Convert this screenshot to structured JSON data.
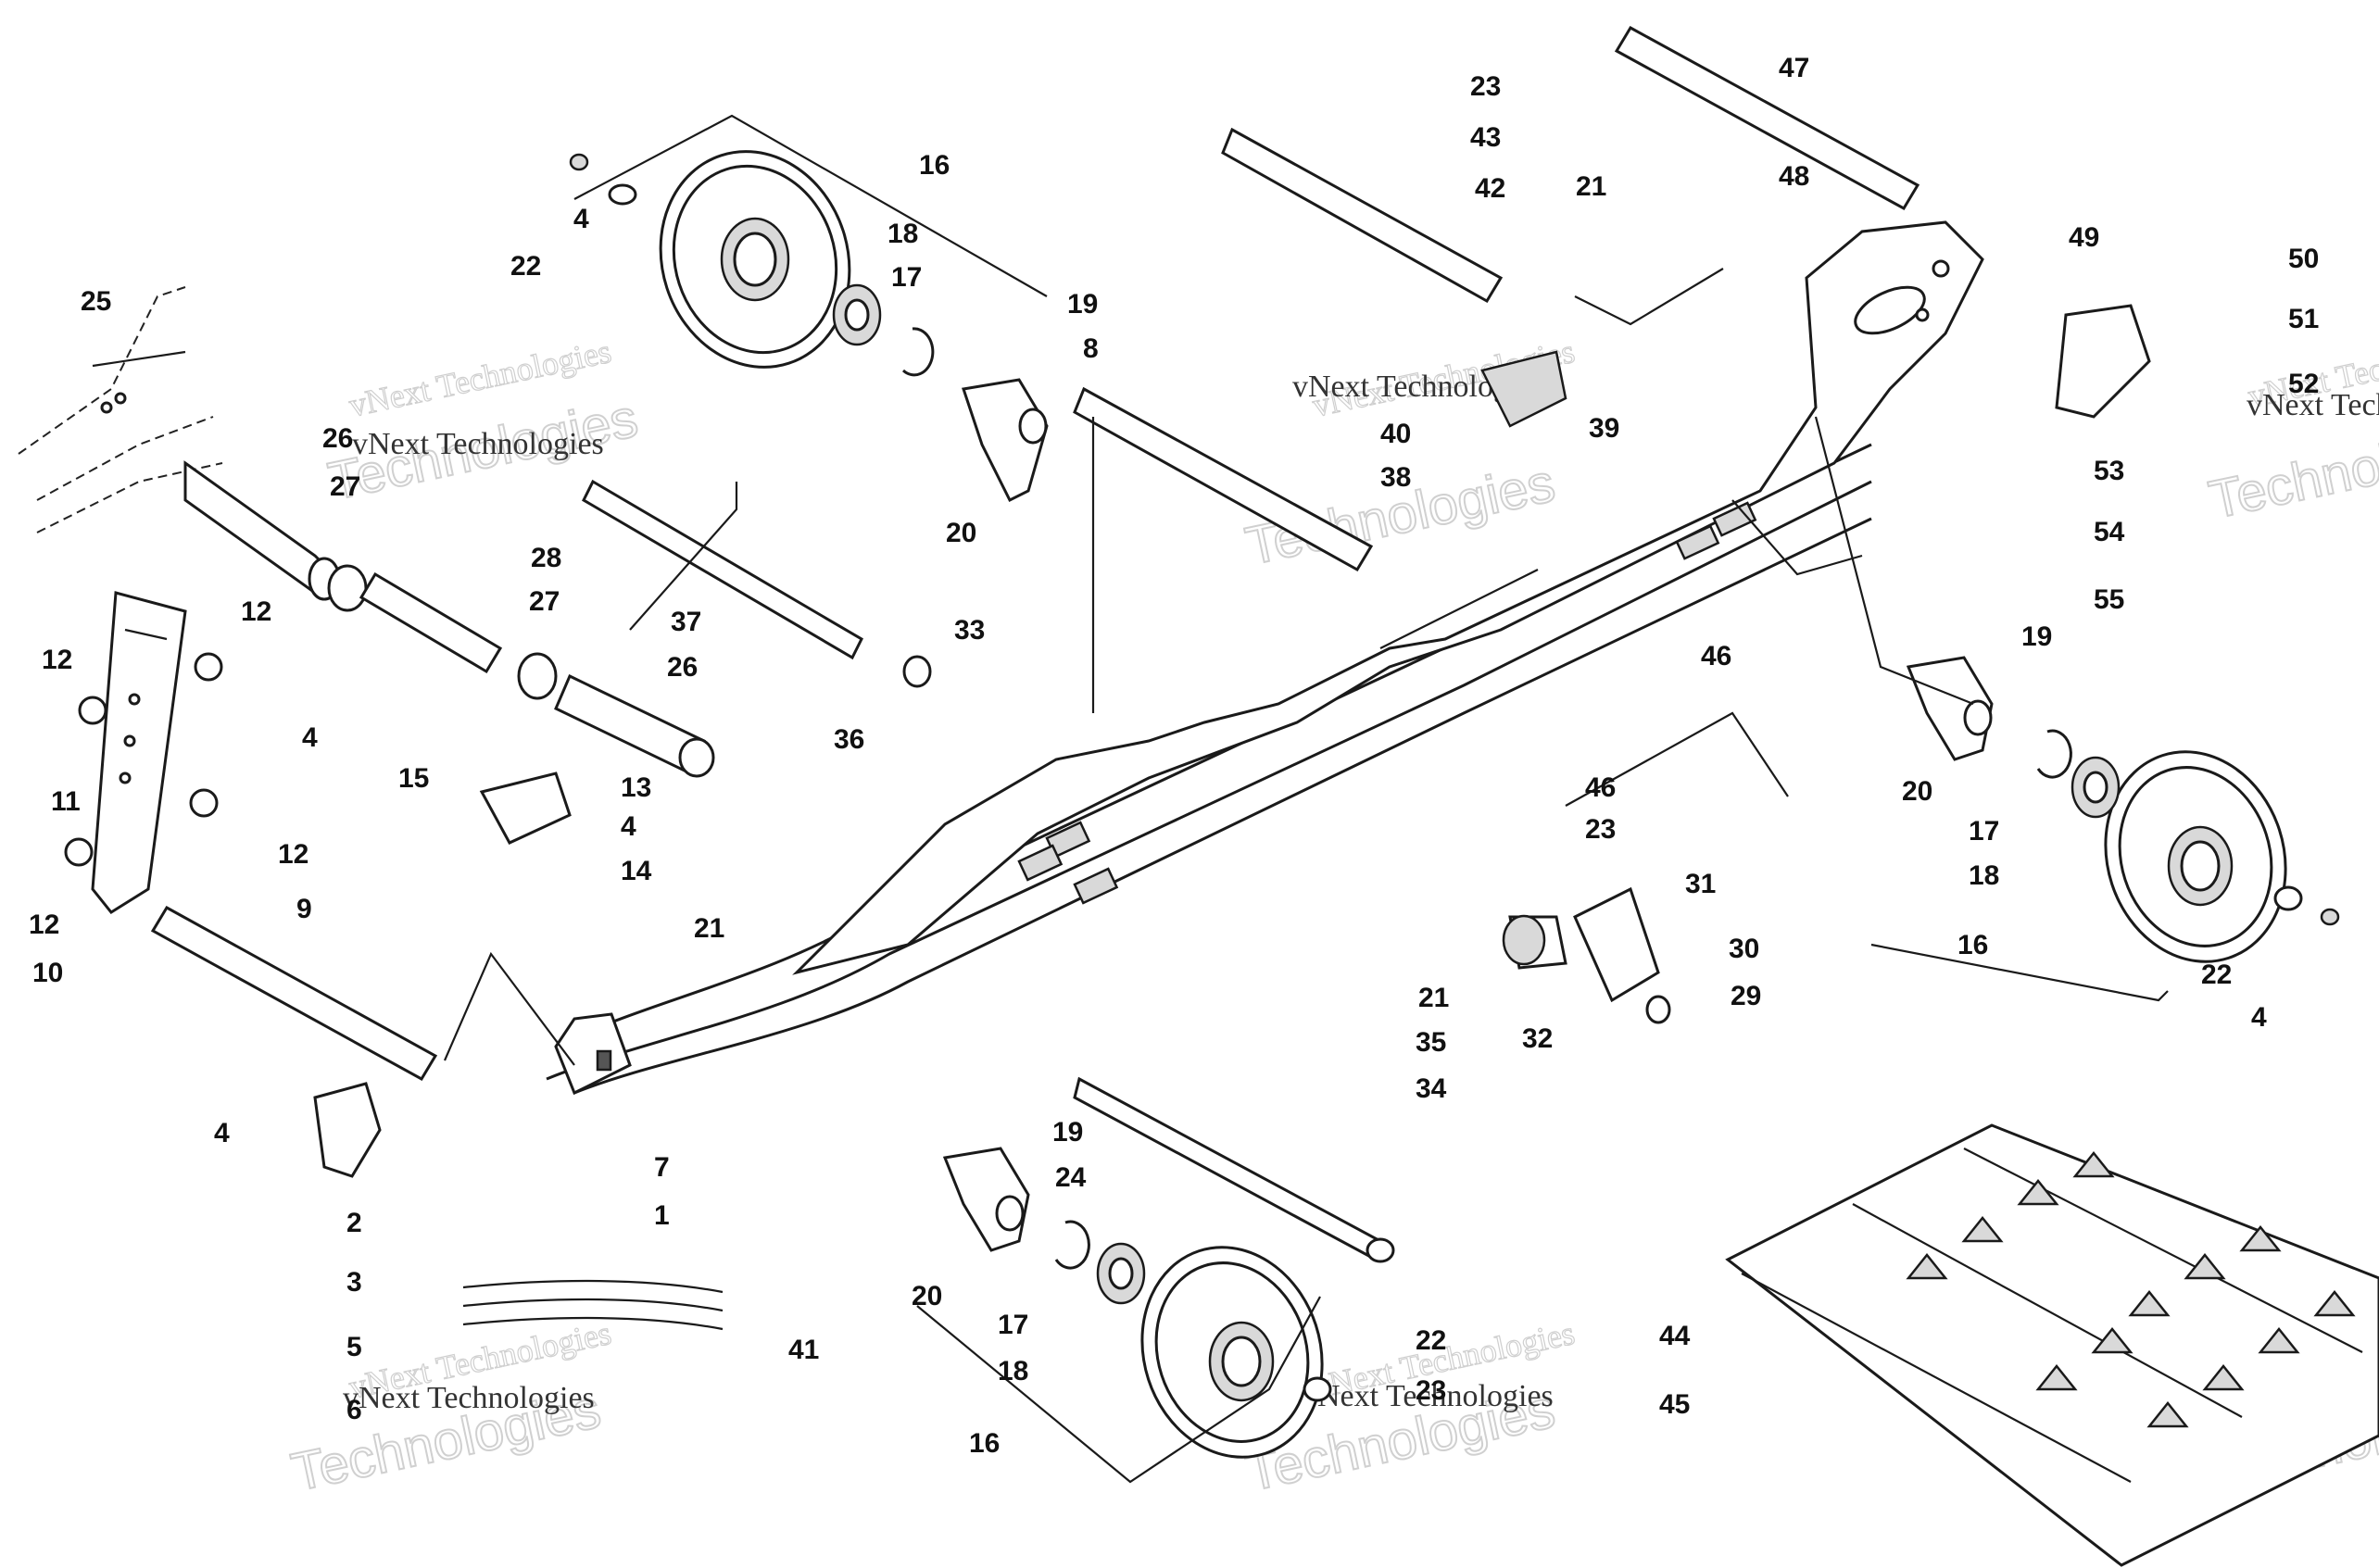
{
  "callouts": [
    {
      "id": "c1",
      "text": "1"
    },
    {
      "id": "c2",
      "text": "2"
    },
    {
      "id": "c3",
      "text": "3"
    },
    {
      "id": "c4a",
      "text": "4"
    },
    {
      "id": "c4b",
      "text": "4"
    },
    {
      "id": "c4c",
      "text": "4"
    },
    {
      "id": "c4d",
      "text": "4"
    },
    {
      "id": "c4e",
      "text": "4"
    },
    {
      "id": "c5",
      "text": "5"
    },
    {
      "id": "c6",
      "text": "6"
    },
    {
      "id": "c7",
      "text": "7"
    },
    {
      "id": "c8",
      "text": "8"
    },
    {
      "id": "c9",
      "text": "9"
    },
    {
      "id": "c10",
      "text": "10"
    },
    {
      "id": "c11",
      "text": "11"
    },
    {
      "id": "c12a",
      "text": "12"
    },
    {
      "id": "c12b",
      "text": "12"
    },
    {
      "id": "c12c",
      "text": "12"
    },
    {
      "id": "c12d",
      "text": "12"
    },
    {
      "id": "c13",
      "text": "13"
    },
    {
      "id": "c14",
      "text": "14"
    },
    {
      "id": "c15",
      "text": "15"
    },
    {
      "id": "c16a",
      "text": "16"
    },
    {
      "id": "c16b",
      "text": "16"
    },
    {
      "id": "c16c",
      "text": "16"
    },
    {
      "id": "c17a",
      "text": "17"
    },
    {
      "id": "c17b",
      "text": "17"
    },
    {
      "id": "c17c",
      "text": "17"
    },
    {
      "id": "c18a",
      "text": "18"
    },
    {
      "id": "c18b",
      "text": "18"
    },
    {
      "id": "c18c",
      "text": "18"
    },
    {
      "id": "c19a",
      "text": "19"
    },
    {
      "id": "c19b",
      "text": "19"
    },
    {
      "id": "c19c",
      "text": "19"
    },
    {
      "id": "c20a",
      "text": "20"
    },
    {
      "id": "c20b",
      "text": "20"
    },
    {
      "id": "c20c",
      "text": "20"
    },
    {
      "id": "c21a",
      "text": "21"
    },
    {
      "id": "c21b",
      "text": "21"
    },
    {
      "id": "c21c",
      "text": "21"
    },
    {
      "id": "c22a",
      "text": "22"
    },
    {
      "id": "c22b",
      "text": "22"
    },
    {
      "id": "c22c",
      "text": "22"
    },
    {
      "id": "c23a",
      "text": "23"
    },
    {
      "id": "c23b",
      "text": "23"
    },
    {
      "id": "c23c",
      "text": "23"
    },
    {
      "id": "c24",
      "text": "24"
    },
    {
      "id": "c25",
      "text": "25"
    },
    {
      "id": "c26a",
      "text": "26"
    },
    {
      "id": "c26b",
      "text": "26"
    },
    {
      "id": "c27a",
      "text": "27"
    },
    {
      "id": "c27b",
      "text": "27"
    },
    {
      "id": "c28",
      "text": "28"
    },
    {
      "id": "c29",
      "text": "29"
    },
    {
      "id": "c30",
      "text": "30"
    },
    {
      "id": "c31",
      "text": "31"
    },
    {
      "id": "c32",
      "text": "32"
    },
    {
      "id": "c33",
      "text": "33"
    },
    {
      "id": "c34",
      "text": "34"
    },
    {
      "id": "c35",
      "text": "35"
    },
    {
      "id": "c36",
      "text": "36"
    },
    {
      "id": "c37",
      "text": "37"
    },
    {
      "id": "c38",
      "text": "38"
    },
    {
      "id": "c39",
      "text": "39"
    },
    {
      "id": "c40",
      "text": "40"
    },
    {
      "id": "c41",
      "text": "41"
    },
    {
      "id": "c42",
      "text": "42"
    },
    {
      "id": "c43",
      "text": "43"
    },
    {
      "id": "c44",
      "text": "44"
    },
    {
      "id": "c45",
      "text": "45"
    },
    {
      "id": "c46a",
      "text": "46"
    },
    {
      "id": "c46b",
      "text": "46"
    },
    {
      "id": "c47",
      "text": "47"
    },
    {
      "id": "c48",
      "text": "48"
    },
    {
      "id": "c49",
      "text": "49"
    },
    {
      "id": "c50",
      "text": "50"
    },
    {
      "id": "c51",
      "text": "51"
    },
    {
      "id": "c52",
      "text": "52"
    },
    {
      "id": "c53",
      "text": "53"
    },
    {
      "id": "c54",
      "text": "54"
    },
    {
      "id": "c55",
      "text": "55"
    }
  ],
  "watermark": {
    "line1": "vNext Technologies",
    "line2": "Technologies"
  }
}
